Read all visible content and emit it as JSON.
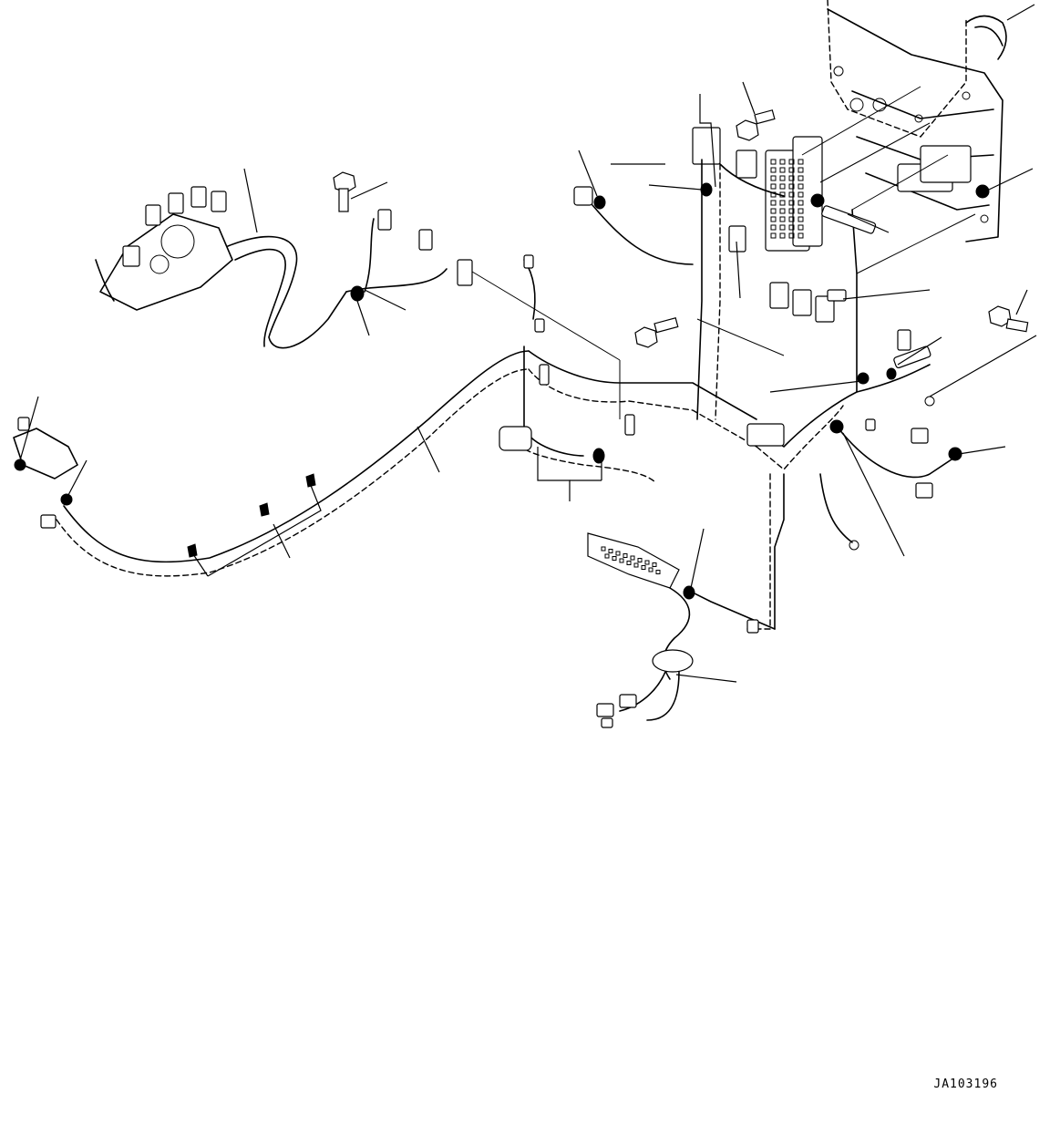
{
  "drawing": {
    "reference_code": "JA103196"
  },
  "components": [
    {
      "name": "wiring-harness-main"
    },
    {
      "name": "wiring-harness-left-branch"
    },
    {
      "name": "connector-block-upper-left"
    },
    {
      "name": "connector-block-left"
    },
    {
      "name": "bolt-upper"
    },
    {
      "name": "bolt-mid"
    },
    {
      "name": "bolt-right"
    },
    {
      "name": "clamp"
    },
    {
      "name": "fuse-box"
    },
    {
      "name": "controller-connector"
    },
    {
      "name": "grommet"
    },
    {
      "name": "mounting-frame"
    },
    {
      "name": "ground-terminal"
    }
  ]
}
